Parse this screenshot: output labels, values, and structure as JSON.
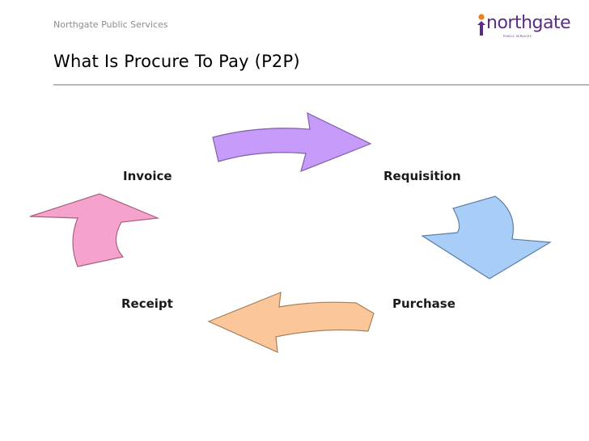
{
  "header": {
    "org_name": "Northgate Public Services",
    "logo": {
      "word": "northgate",
      "subtitle": "PUBLIC SERVICES",
      "color": "#5b2d82",
      "accent": "#e8821e"
    }
  },
  "slide": {
    "title": "What Is Procure To Pay (P2P)"
  },
  "cycle": {
    "stages": [
      "Requisition",
      "Purchase",
      "Receipt",
      "Invoice"
    ],
    "arrow_colors": {
      "invoice_to_requisition": "#c79bfa",
      "requisition_to_purchase": "#a8cdf7",
      "purchase_to_receipt": "#fbc79a",
      "receipt_to_invoice": "#f5a3cc"
    }
  }
}
